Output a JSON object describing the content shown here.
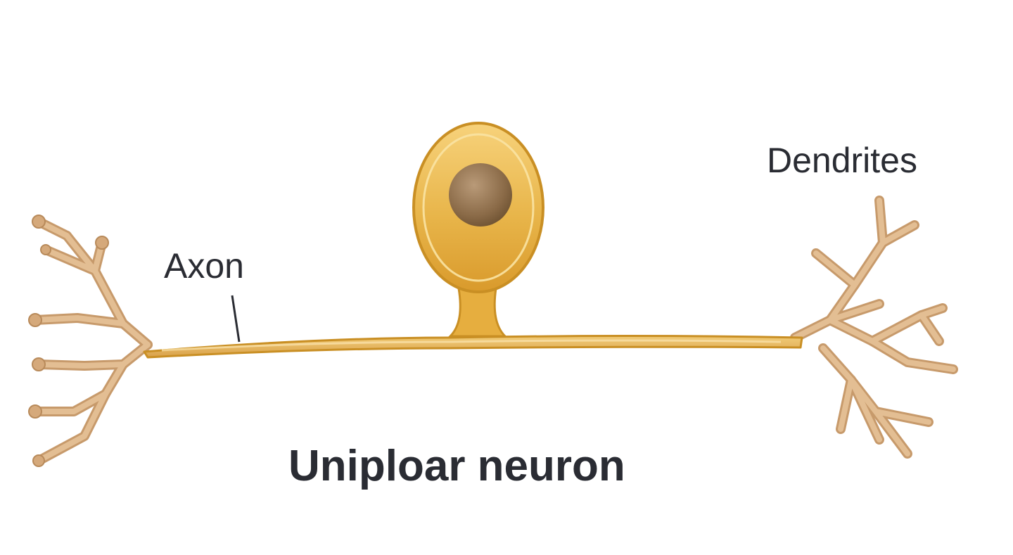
{
  "diagram": {
    "title": "Uniploar neuron",
    "labels": {
      "axon": "Axon",
      "dendrites": "Dendrites"
    },
    "colors": {
      "neuron_fill": "#E8B54A",
      "neuron_stroke": "#C98F24",
      "branch_fill": "#D8A870",
      "branch_stroke": "#B88A5A",
      "nucleus_fill": "#8A6A47",
      "text": "#2A2C33"
    }
  }
}
